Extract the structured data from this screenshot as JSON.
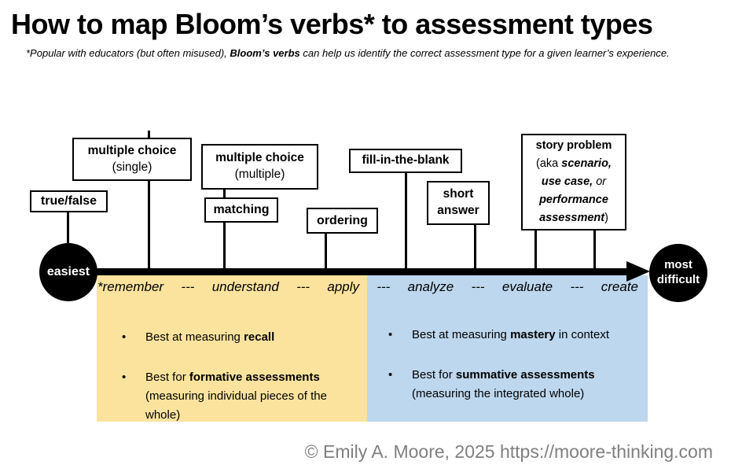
{
  "title": "How to map Bloom’s verbs* to assessment types",
  "subtitle": {
    "pre": "*Popular with educators (but often misused), ",
    "bold": "Bloom’s verbs",
    "post": " can help us identify the correct assessment type for a given learner’s experience."
  },
  "timeline": {
    "left_circle_label": "easiest",
    "right_circle_line1": "most",
    "right_circle_line2": "difficult",
    "verbs": [
      "*remember",
      "---",
      "understand",
      "---",
      "apply",
      "---",
      "analyze",
      "---",
      "evaluate",
      "---",
      "create"
    ]
  },
  "boxes": {
    "true_false": "true/false",
    "mc_single_line1": "multiple choice",
    "mc_single_line2": "(single)",
    "mc_multiple_line1": "multiple choice",
    "mc_multiple_line2": "(multiple)",
    "matching": "matching",
    "ordering": "ordering",
    "fill_blank": "fill-in-the-blank",
    "short_answer_line1": "short",
    "short_answer_line2": "answer",
    "story": {
      "title": "story problem",
      "aka_pre": "(aka ",
      "em_scenario": "scenario,",
      "em_use_case": "use case,",
      "mid_or": " or",
      "em_performance": "performance",
      "em_assessment": "assessment",
      "post": ")"
    }
  },
  "regions": {
    "formative": {
      "color": "#FBE39E",
      "bullet1_pre": "Best at measuring ",
      "bullet1_bold": "recall",
      "bullet2_pre": "Best for ",
      "bullet2_bold": "formative assessments",
      "bullet2_post": " (measuring individual pieces of the whole)"
    },
    "summative": {
      "color": "#BDD7EE",
      "bullet1_pre": "Best at measuring ",
      "bullet1_bold": "mastery",
      "bullet1_post": " in context",
      "bullet2_pre": "Best for ",
      "bullet2_bold": "summative assessments",
      "bullet2_post": " (measuring the integrated whole)"
    }
  },
  "footer": "© Emily A. Moore, 2025 https://moore-thinking.com"
}
